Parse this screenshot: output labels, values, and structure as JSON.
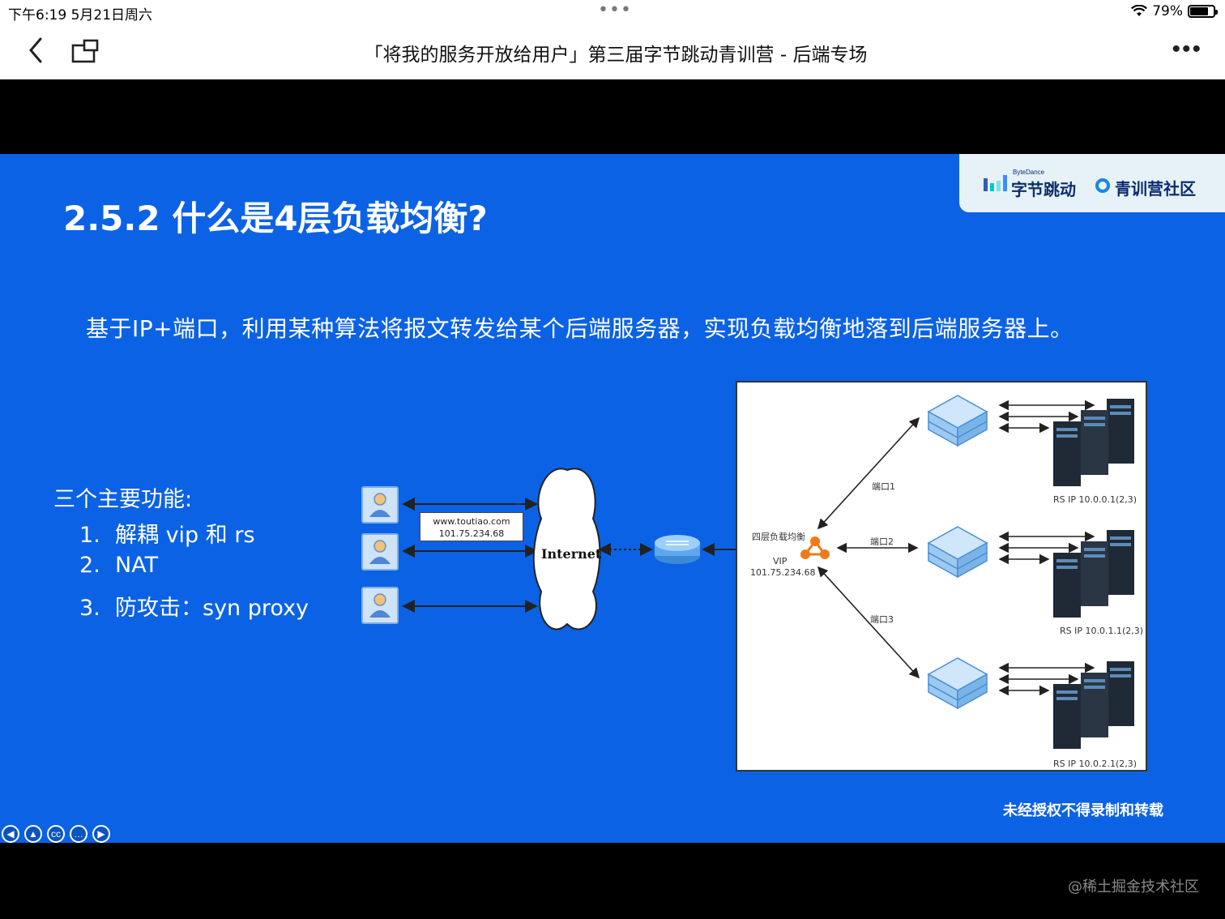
{
  "status_bar": {
    "time_date": "下午6:19   5月21日周六",
    "dots": "•••",
    "battery": "79%",
    "battery_level": 0.79
  },
  "nav": {
    "title": "「将我的服务开放给用户」第三届字节跳动青训营 - 后端专场",
    "more": "•••"
  },
  "slide": {
    "brand": {
      "small": "ByteDance",
      "bytedance": "字节跳动",
      "community": "青训营社区"
    },
    "title": "2.5.2 什么是4层负载均衡?",
    "description": "基于IP+端口，利用某种算法将报文转发给某个后端服务器，实现负载均衡地落到后端服务器上。",
    "features": {
      "heading": "三个主要功能:",
      "items": [
        {
          "num": "1.",
          "text": "解耦 vip 和 rs"
        },
        {
          "num": "2.",
          "text": "NAT"
        },
        {
          "num": "3.",
          "text": "防攻击：syn proxy"
        }
      ]
    },
    "network": {
      "url_line1": "www.toutiao.com",
      "url_line2": "101.75.234.68",
      "internet": "Internet"
    },
    "diagram": {
      "lb_label": "四层负载均衡",
      "vip_label": "VIP",
      "vip_ip": "101.75.234.68",
      "ports": [
        "端口1",
        "端口2",
        "端口3"
      ],
      "rs_labels": [
        "RS IP 10.0.0.1(2,3)",
        "RS IP 10.0.1.1(2,3)",
        "RS IP 10.0.2.1(2,3)"
      ]
    },
    "watermark": "未经授权不得录制和转载"
  },
  "player_controls": [
    "◀",
    "▲",
    "cc",
    "…",
    "▶"
  ],
  "site_watermark": "@稀土掘金技术社区",
  "colors": {
    "slide_bg": "#0b62e5",
    "brand_box": "#e6f2f7",
    "lb_orange": "#f07a1a",
    "switch_blue": "#9cc9f0"
  }
}
